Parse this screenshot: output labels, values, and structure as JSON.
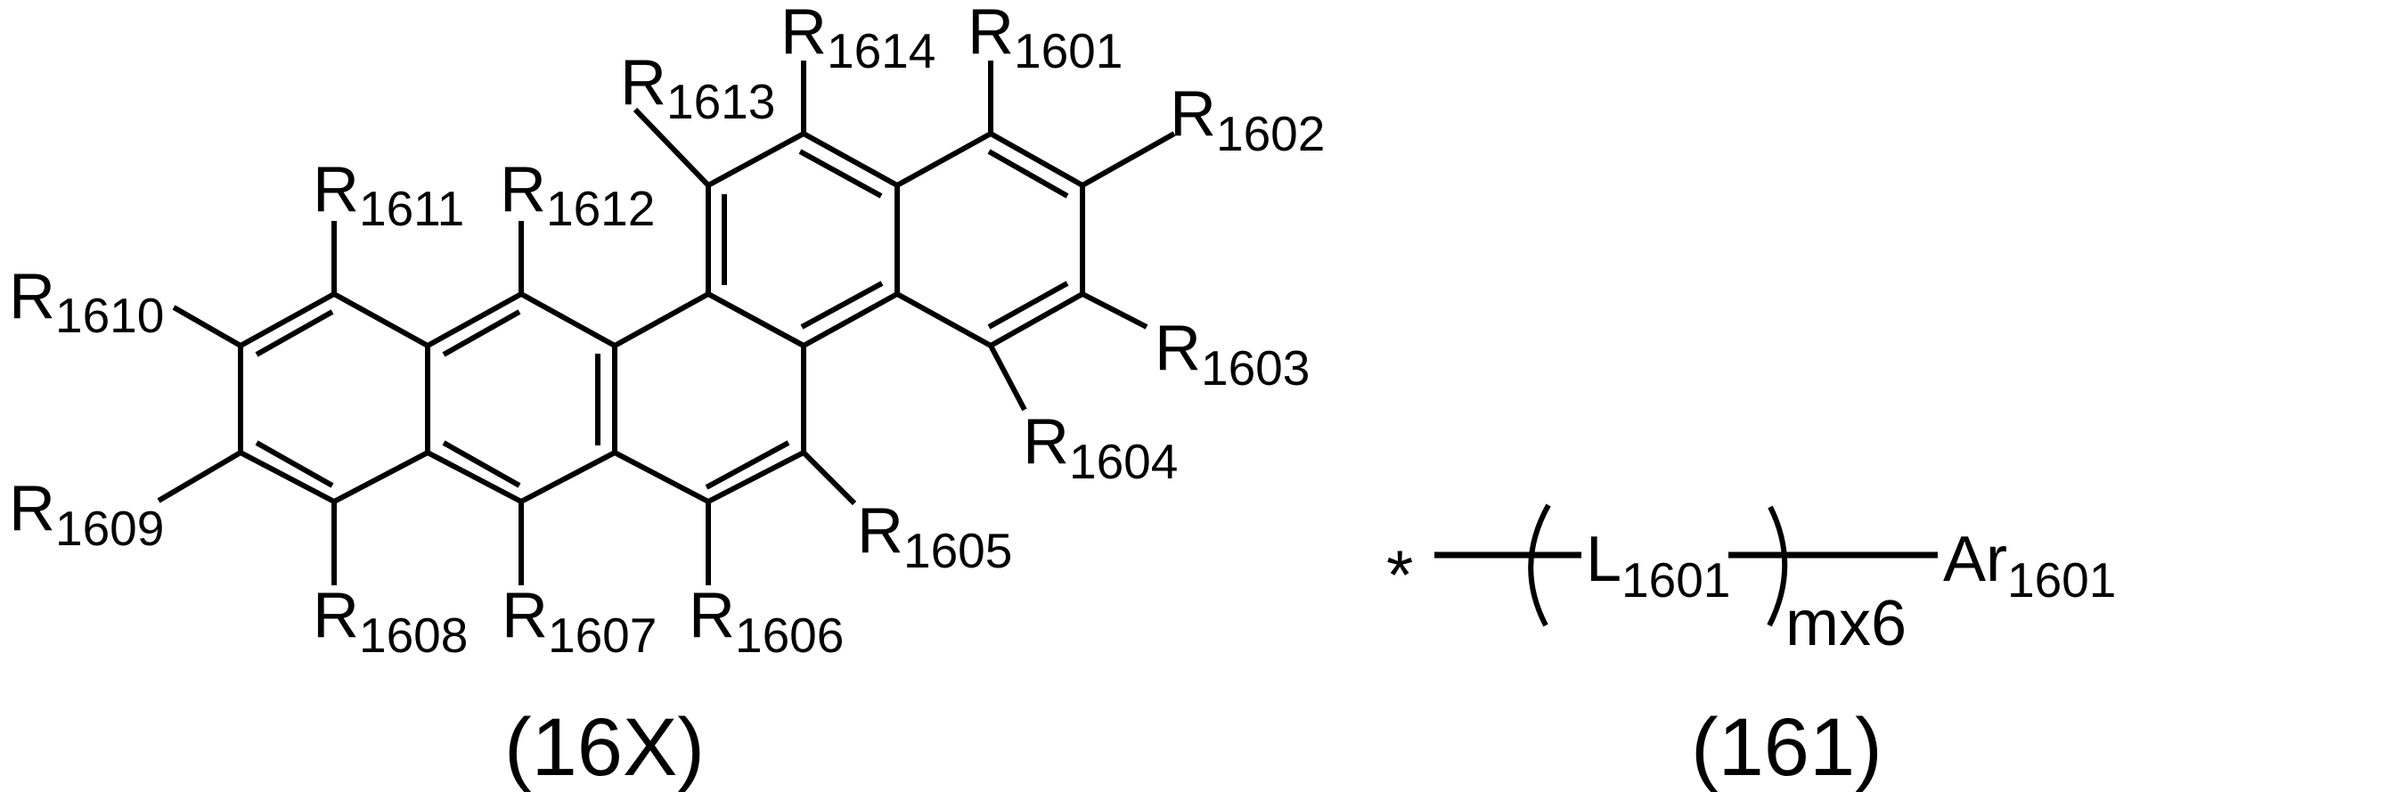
{
  "figure": {
    "structures": [
      {
        "id": "16X",
        "caption": "(16X)",
        "description": "Fused polycyclic aromatic core with fourteen substituent positions",
        "substituents": [
          {
            "base": "R",
            "sub": "1601"
          },
          {
            "base": "R",
            "sub": "1602"
          },
          {
            "base": "R",
            "sub": "1603"
          },
          {
            "base": "R",
            "sub": "1604"
          },
          {
            "base": "R",
            "sub": "1605"
          },
          {
            "base": "R",
            "sub": "1606"
          },
          {
            "base": "R",
            "sub": "1607"
          },
          {
            "base": "R",
            "sub": "1608"
          },
          {
            "base": "R",
            "sub": "1609"
          },
          {
            "base": "R",
            "sub": "1610"
          },
          {
            "base": "R",
            "sub": "1611"
          },
          {
            "base": "R",
            "sub": "1612"
          },
          {
            "base": "R",
            "sub": "1613"
          },
          {
            "base": "R",
            "sub": "1614"
          }
        ]
      },
      {
        "id": "161",
        "caption": "(161)",
        "attachment": "*",
        "linker": {
          "base": "L",
          "sub": "1601"
        },
        "repeat_subscript": "mx6",
        "terminal": {
          "base": "Ar",
          "sub": "1601"
        }
      }
    ],
    "colors": {
      "ink": "#000000",
      "background": "#ffffff"
    }
  }
}
